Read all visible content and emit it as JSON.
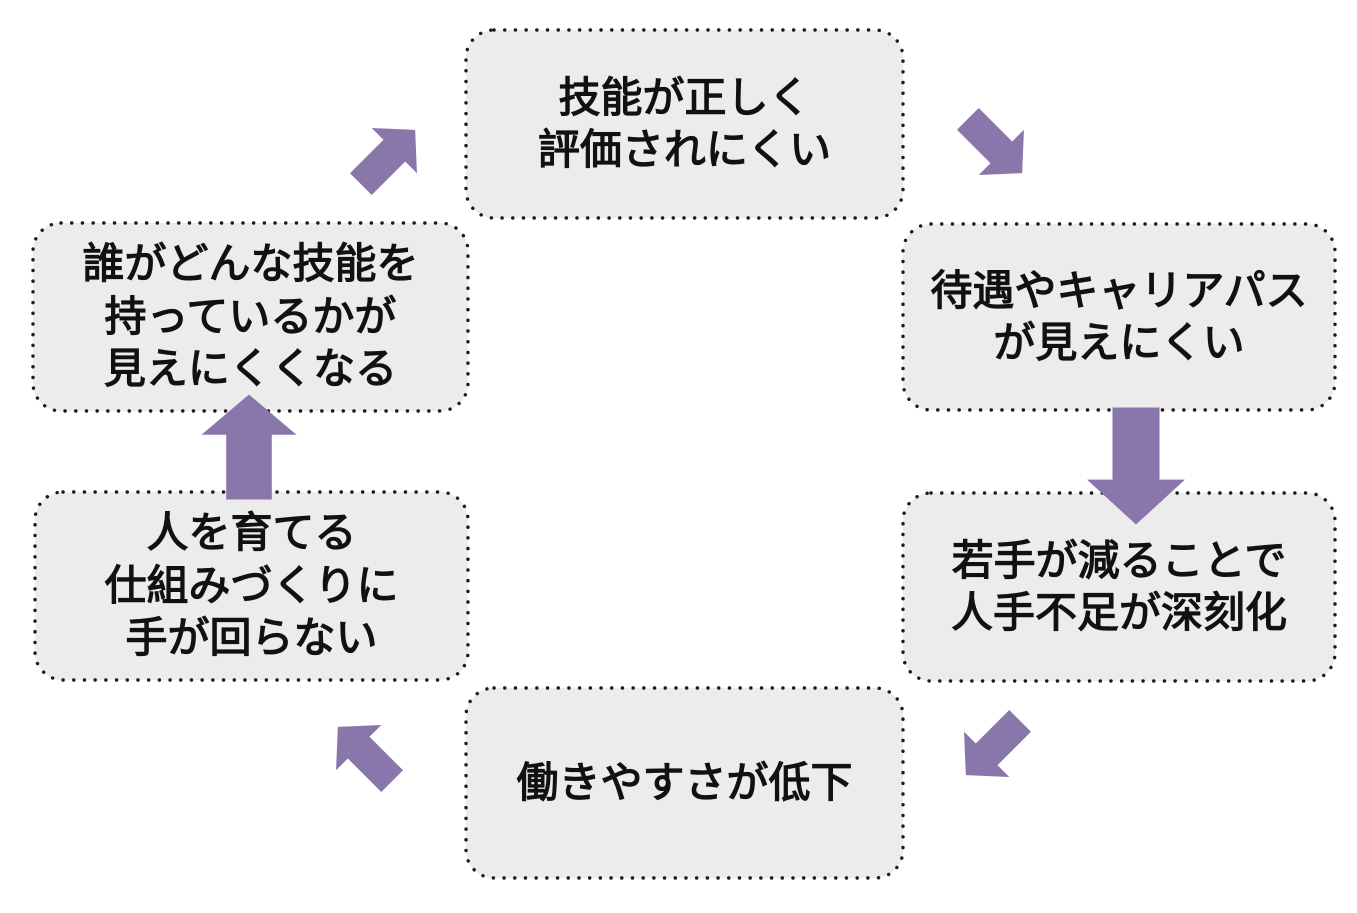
{
  "diagram": {
    "type": "cycle",
    "direction": "clockwise",
    "background": "#ffffff",
    "colors": {
      "node_fill": "#ececec",
      "node_border": "#1a1a1a",
      "arrow": "#8977ab",
      "text": "#111111"
    },
    "nodes": [
      {
        "id": "skill-evaluation",
        "position": "top",
        "label": "技能が正しく\n評価されにくい"
      },
      {
        "id": "treatment-career-path",
        "position": "right-top",
        "label": "待遇やキャリアパス\nが見えにくい"
      },
      {
        "id": "labor-shortage",
        "position": "right-bottom",
        "label": "若手が減ることで\n人手不足が深刻化"
      },
      {
        "id": "workability-decline",
        "position": "bottom",
        "label": "働きやすさが低下"
      },
      {
        "id": "training-system",
        "position": "left-bottom",
        "label": "人を育てる\n仕組みづくりに\n手が回らない"
      },
      {
        "id": "skill-visibility",
        "position": "left-top",
        "label": "誰がどんな技能を\n持っているかが\n見えにくくなる"
      }
    ],
    "edges": [
      {
        "from": "skill-evaluation",
        "to": "treatment-career-path",
        "arrow_direction": "down-right"
      },
      {
        "from": "treatment-career-path",
        "to": "labor-shortage",
        "arrow_direction": "down"
      },
      {
        "from": "labor-shortage",
        "to": "workability-decline",
        "arrow_direction": "down-left"
      },
      {
        "from": "workability-decline",
        "to": "training-system",
        "arrow_direction": "up-left"
      },
      {
        "from": "training-system",
        "to": "skill-visibility",
        "arrow_direction": "up"
      },
      {
        "from": "skill-visibility",
        "to": "skill-evaluation",
        "arrow_direction": "up-right"
      }
    ]
  }
}
